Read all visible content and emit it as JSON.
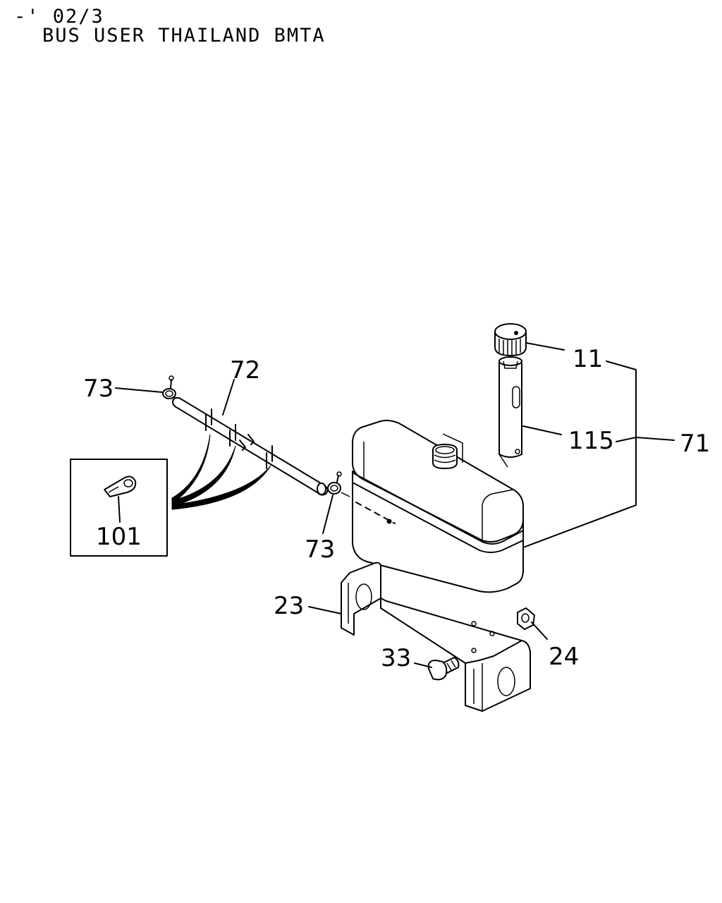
{
  "header": {
    "line1": "-' 02/3",
    "line2": "BUS USER THAILAND BMTA"
  },
  "callouts": {
    "c11": "11",
    "c115": "115",
    "c71": "71",
    "c72": "72",
    "c73_top": "73",
    "c73_bottom": "73",
    "c101": "101",
    "c23": "23",
    "c24": "24",
    "c33": "33"
  }
}
